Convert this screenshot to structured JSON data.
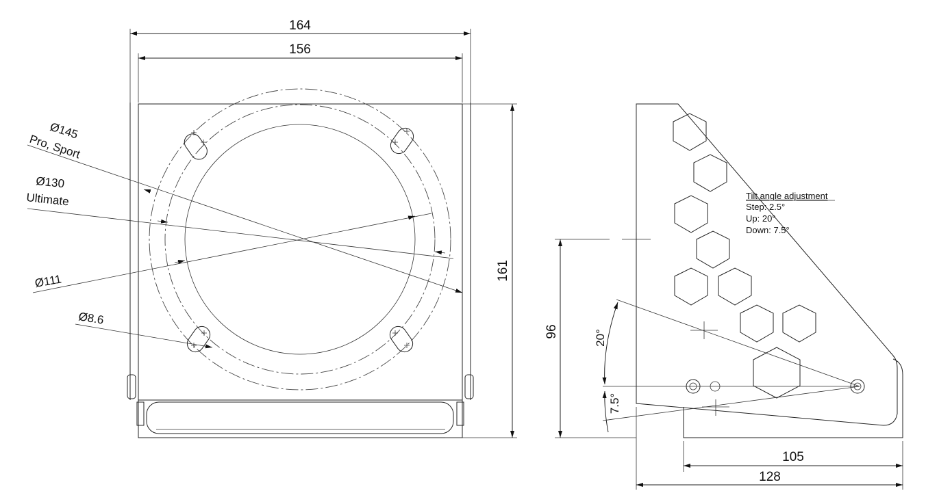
{
  "front_view": {
    "dim_width_outer": "164",
    "dim_width_inner": "156",
    "dim_height": "161",
    "callout_145": "Ø145",
    "callout_145_note": "Pro, Sport",
    "callout_130": "Ø130",
    "callout_130_note": "Ultimate",
    "callout_111": "Ø111",
    "callout_hole": "Ø8.6"
  },
  "side_view": {
    "dim_height": "96",
    "dim_base_short": "105",
    "dim_base_long": "128",
    "angle_up": "20°",
    "angle_down": "7.5°",
    "tilt_title": "Tilt angle adjustment",
    "tilt_step": "Step: 2.5°",
    "tilt_up": "Up: 20°",
    "tilt_down": "Down: 7.5°"
  }
}
